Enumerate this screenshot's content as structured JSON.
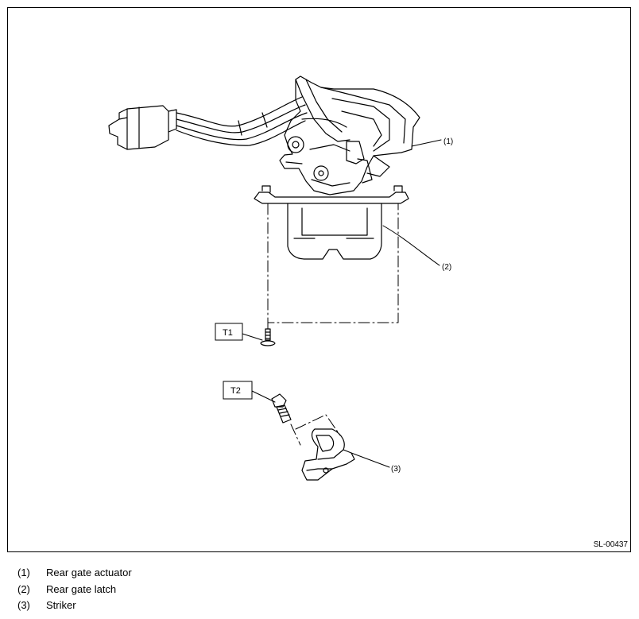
{
  "figure": {
    "id": "SL-00437",
    "callouts": [
      {
        "num": "(1)",
        "part": "rear-gate-actuator"
      },
      {
        "num": "(2)",
        "part": "rear-gate-latch"
      },
      {
        "num": "(3)",
        "part": "striker"
      }
    ],
    "torque_labels": [
      "T1",
      "T2"
    ]
  },
  "legend": [
    {
      "num": "(1)",
      "label": "Rear gate actuator"
    },
    {
      "num": "(2)",
      "label": "Rear gate latch"
    },
    {
      "num": "(3)",
      "label": "Striker"
    }
  ]
}
